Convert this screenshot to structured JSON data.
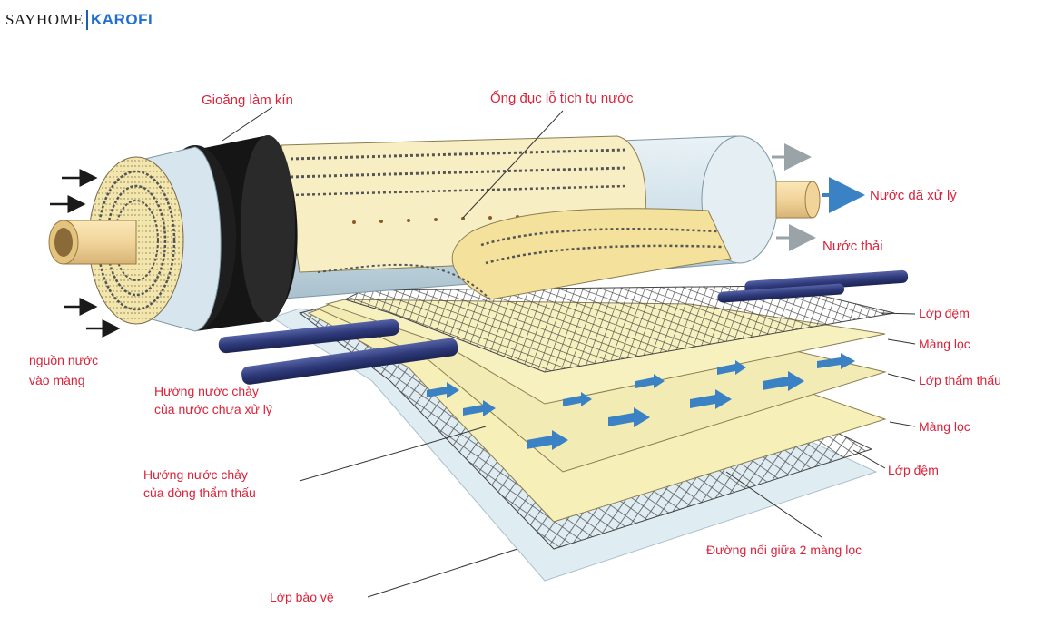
{
  "logo": {
    "brand_left": "SAYHOME",
    "brand_right": "KAROFI",
    "tagline_left": "",
    "tagline_right": ""
  },
  "labels": {
    "gasket": "Gioăng làm kín",
    "perforated_tube": "Ống đục lỗ tích tụ nước",
    "treated_water": "Nước đã xử lý",
    "waste_water": "Nước thải",
    "feed_spacer_top": "Lớp đệm",
    "membrane_top": "Màng lọc",
    "permeate_layer": "Lớp thẩm thấu",
    "membrane_bottom": "Màng lọc",
    "feed_spacer_bottom": "Lớp đệm",
    "seam": "Đường nối giữa 2 màng lọc",
    "protective_layer": "Lớp bảo vệ",
    "inlet_line1": "nguồn nước",
    "inlet_line2": "vào màng",
    "feed_flow_line1": "Hướng nước chảy",
    "feed_flow_line2": "của nước chưa xử lý",
    "permeate_flow_line1": "Hướng nước chảy",
    "permeate_flow_line2": "của dòng thẩm thấu"
  },
  "colors": {
    "label_red": "#d9233a",
    "arrow_blue": "#3b82c4",
    "pipe_navy": "#2e3a7a",
    "membrane_cream": "#f6efb8",
    "gasket_black": "#151515",
    "shell_blue": "#d7e6ee"
  }
}
